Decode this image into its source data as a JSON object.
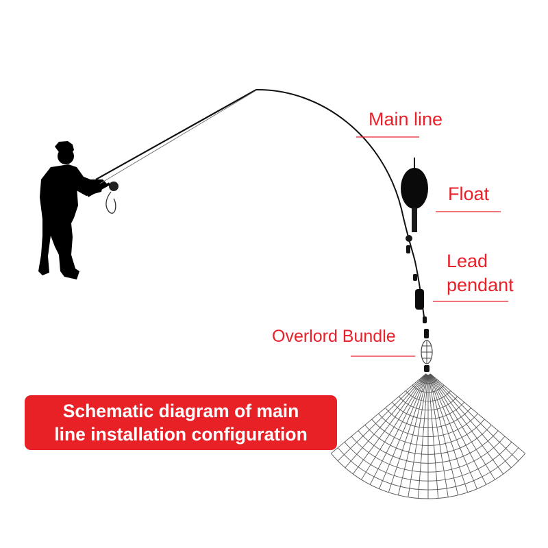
{
  "labels": {
    "main_line": "Main line",
    "float": "Float",
    "lead_pendant": [
      "Lead",
      "pendant"
    ],
    "overlord_bundle": "Overlord Bundle"
  },
  "banner": {
    "lines": [
      "Schematic diagram of main",
      "line installation configuration"
    ]
  },
  "colors": {
    "label_red": "#e8202a",
    "banner_red": "#e82127",
    "banner_text": "#ffffff",
    "leader_line": "#e8202a",
    "silhouette": "#000000"
  }
}
